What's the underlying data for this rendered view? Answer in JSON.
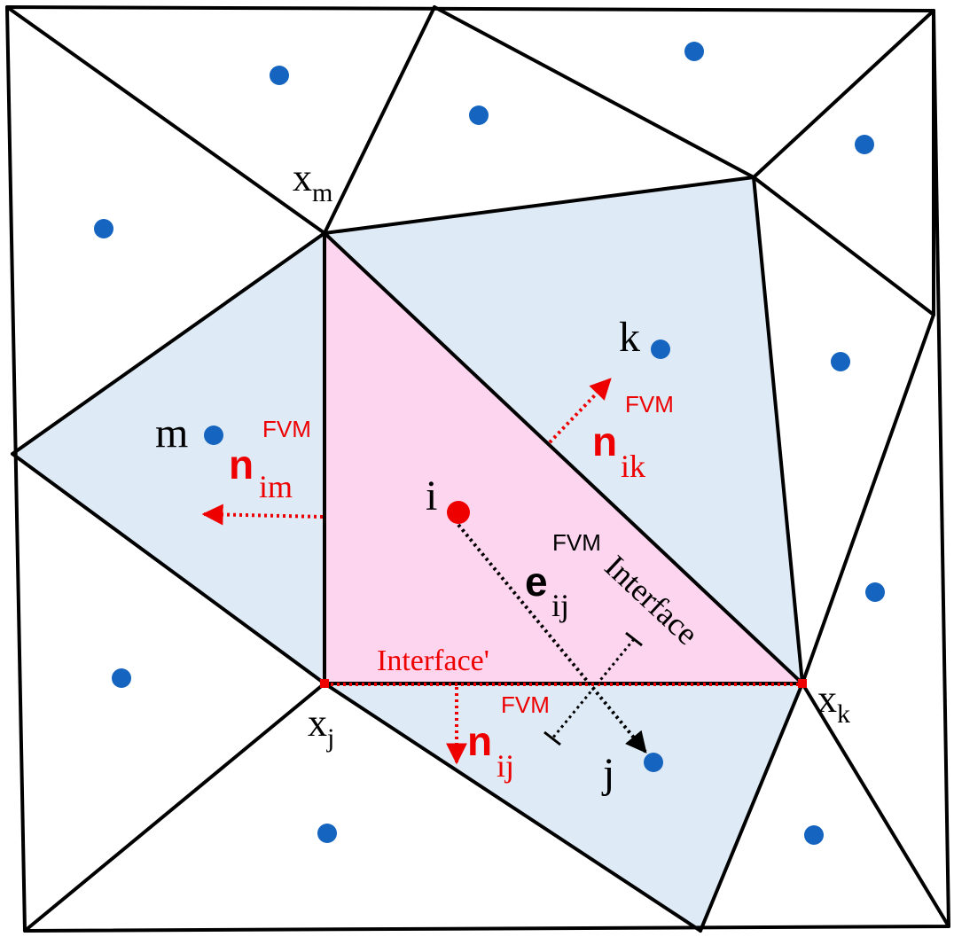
{
  "colors": {
    "edge": "#000000",
    "cell_i_fill": "#fdd5ef",
    "neighbor_fill": "#deebf6",
    "centroid": "#1565c0",
    "centroid_i": "#ee0000",
    "normal": "#ee0000",
    "connector": "#000000"
  },
  "labels": {
    "x_m": {
      "base": "x",
      "sub": "m"
    },
    "x_j": {
      "base": "x",
      "sub": "j"
    },
    "x_k": {
      "base": "x",
      "sub": "k"
    },
    "cell_i": "i",
    "cell_j": "j",
    "cell_k": "k",
    "cell_m": "m",
    "n_im": {
      "base": "n",
      "sup": "FVM",
      "sub": "im"
    },
    "n_ik": {
      "base": "n",
      "sup": "FVM",
      "sub": "ik"
    },
    "n_ij": {
      "base": "n",
      "sup": "FVM",
      "sub": "ij"
    },
    "e_ij": {
      "base": "e",
      "sup": "FVM",
      "sub": "ij"
    },
    "interface": "Interface",
    "interface_prime": "Interface'"
  }
}
